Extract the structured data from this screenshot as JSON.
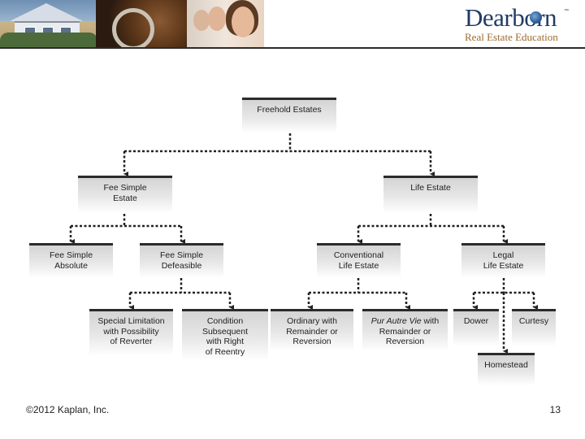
{
  "brand": {
    "name": "Dearborn",
    "trademark": "™",
    "subtitle": "Real Estate Education"
  },
  "diagram": {
    "nodes": {
      "freehold": "Freehold Estates",
      "fee_simple_estate": "Fee Simple\nEstate",
      "life_estate": "Life Estate",
      "fee_simple_absolute": "Fee Simple\nAbsolute",
      "fee_simple_defeasible": "Fee Simple\nDefeasible",
      "conventional_life_estate": "Conventional\nLife Estate",
      "legal_life_estate": "Legal\nLife Estate",
      "special_limitation": "Special Limitation\nwith Possibility\nof Reverter",
      "condition_subsequent": "Condition\nSubsequent\nwith Right\nof Reentry",
      "ordinary_remainder": "Ordinary with\nRemainder or\nReversion",
      "pur_autre_vie_italic": "Pur Autre Vie",
      "pur_autre_vie_rest": " with\nRemainder or\nReversion",
      "dower": "Dower",
      "curtesy": "Curtesy",
      "homestead": "Homestead"
    }
  },
  "footer": {
    "copyright": "©2012 Kaplan, Inc.",
    "page_number": "13"
  }
}
